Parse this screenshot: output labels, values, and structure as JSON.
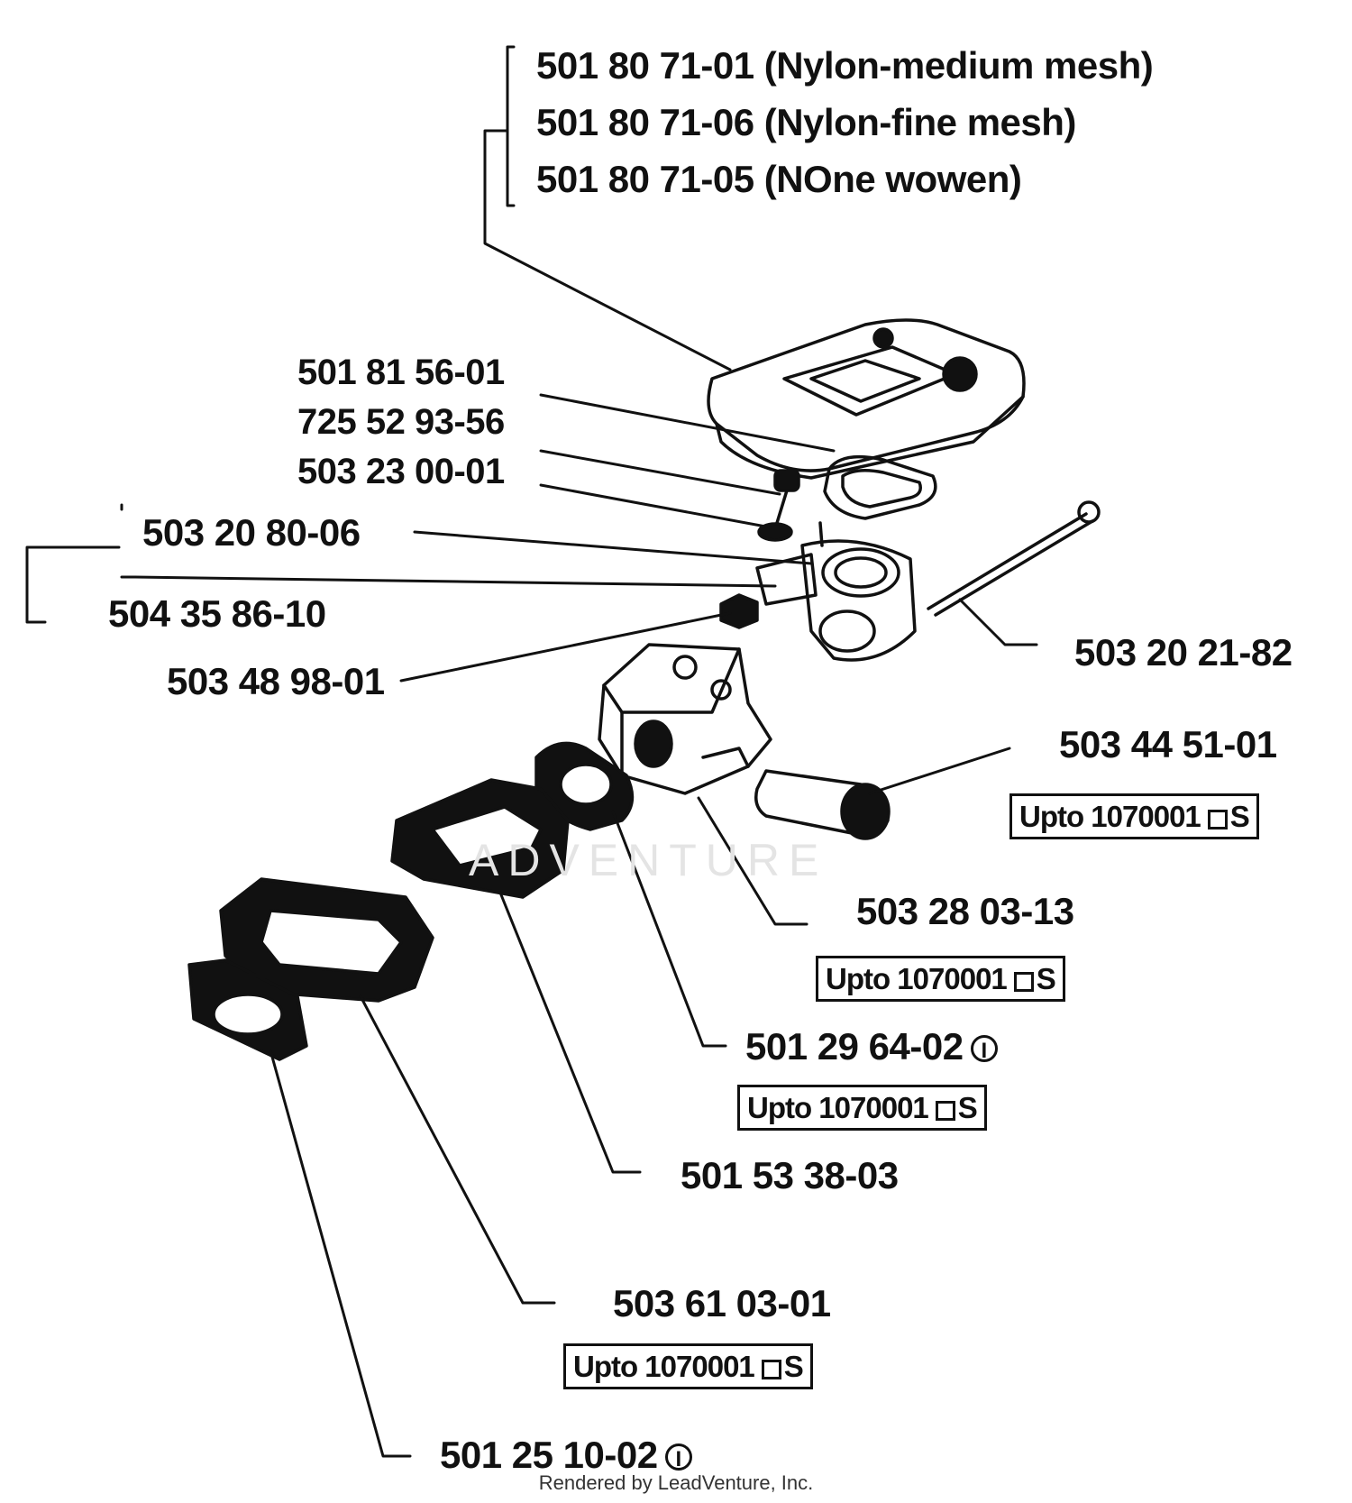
{
  "labels": {
    "filter_1": "501 80 71-01 (Nylon-medium mesh)",
    "filter_2": "501 80 71-06 (Nylon-fine mesh)",
    "filter_3": "501 80 71-05 (NOne wowen)",
    "p_5018156": "501 81 56-01",
    "p_7255293": "725 52 93-56",
    "p_5032300": "503 23 00-01",
    "p_5032080": "503 20 80-06",
    "p_5043586": "504 35 86-10",
    "p_5034898": "503 48 98-01",
    "p_5032021": "503 20 21-82",
    "p_5034451": "503 44 51-01",
    "p_5032803": "503 28 03-13",
    "p_5012964": "501 29 64-02",
    "p_5015338": "501 53 38-03",
    "p_5036103": "503 61 03-01",
    "p_5012510": "501 25 10-02"
  },
  "notes": {
    "upto_text": "Upto 1070001",
    "upto_suffix": "S",
    "circle_mark": "I"
  },
  "watermark": "ADVENTURE",
  "credit": "Rendered by LeadVenture, Inc."
}
